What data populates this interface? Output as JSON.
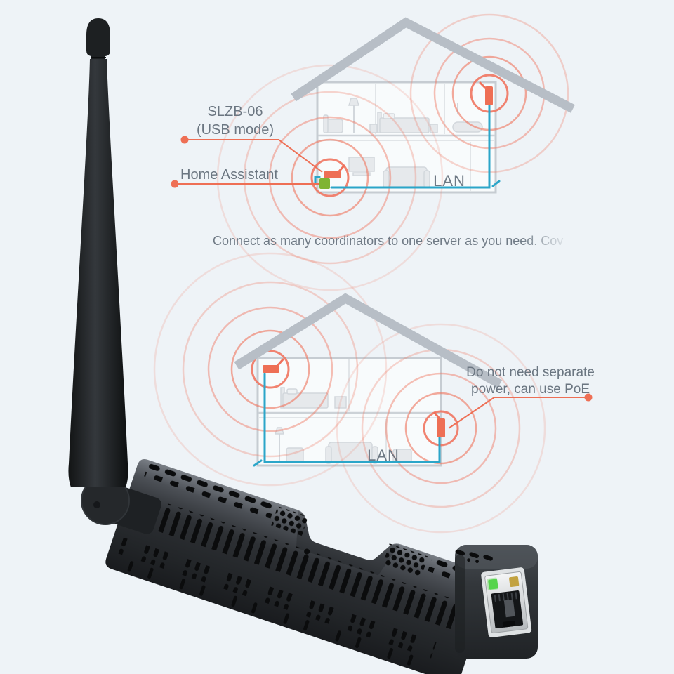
{
  "scene": {
    "background": "#eef3f7"
  },
  "colors": {
    "accent_red": "#ee6f55",
    "signal_ring": "#ef7660",
    "lan_cable": "#2ba6c9",
    "home_assistant_green": "#7fb433",
    "label_text": "#6b7681",
    "roof_gray": "#b7bec6",
    "led_green": "#57d44d",
    "led_amber": "#c2a241"
  },
  "house_top": {
    "device_callout": {
      "line1": "SLZB-06",
      "line2": "(USB mode)"
    },
    "server_callout": {
      "label": "Home Assistant"
    },
    "lan_label": "LAN"
  },
  "caption": {
    "text": "Connect as many coordinators to one server as you need. Cov"
  },
  "house_bottom": {
    "poe_callout": {
      "line1": "Do not need separate",
      "line2": "power, can use PoE"
    },
    "lan_label": "LAN"
  }
}
